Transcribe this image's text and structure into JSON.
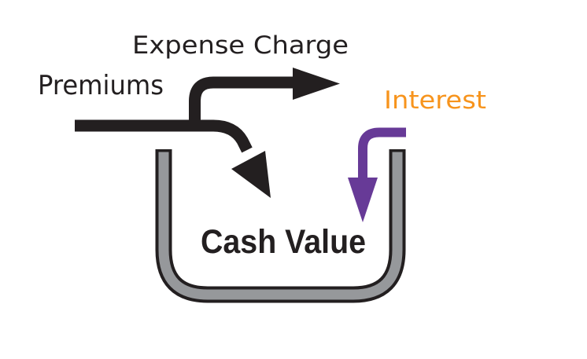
{
  "diagram": {
    "type": "flow-diagram",
    "subject": "cash-value-bucket",
    "labels": {
      "premiums": "Premiums",
      "expense_charge": "Expense Charge",
      "interest": "Interest",
      "cash_value": "Cash Value"
    },
    "colors": {
      "flow_black": "#231F20",
      "text_dark": "#231F20",
      "interest_orange": "#F7941D",
      "interest_purple": "#673A97",
      "bucket_gray": "#96989B",
      "bucket_outline": "#231F20",
      "background": "#FFFFFF"
    }
  }
}
